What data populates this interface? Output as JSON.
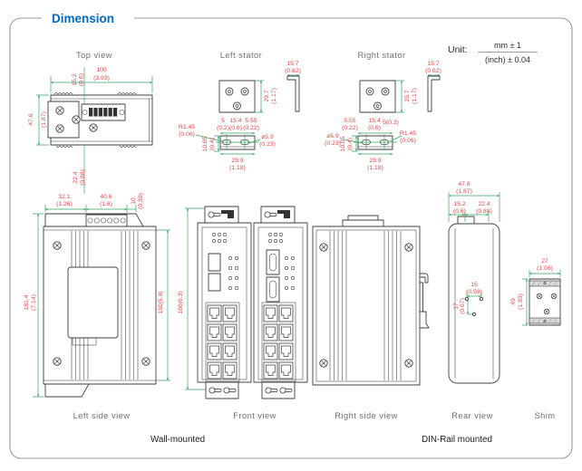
{
  "title": "Dimension",
  "unit": {
    "label": "Unit:",
    "mm": "mm ± 1",
    "inch": "(inch) ± 0.04"
  },
  "views": {
    "top": "Top view",
    "left_stator": "Left stator",
    "right_stator": "Right stator",
    "left_side": "Left side view",
    "front": "Front view",
    "right_side": "Right side view",
    "rear": "Rear view",
    "shim": "Shim",
    "wall_mounted": "Wall-mounted",
    "din_mounted": "DIN-Rail mounted"
  },
  "dims": {
    "top_view": {
      "width_mm": "100",
      "width_in": "(3.93)",
      "offset_mm": "15.2",
      "offset_in": "(0.6)",
      "height_mm": "47.6",
      "height_in": "(1.87)",
      "depth_mm": "22.4",
      "depth_in": "(0.88)"
    },
    "left_stator": {
      "plate_h_mm": "29.7",
      "plate_h_in": "(1.17)",
      "bracket_mm": "15.7",
      "bracket_in": "(0.62)",
      "edge_mm": "5",
      "edge_in": "(0.2)",
      "pitch_mm": "15.4",
      "pitch_in": "(0.6)",
      "end_mm": "5.55",
      "end_in": "(0.22)",
      "radius_mm": "R1.45",
      "radius_in": "(0.06)",
      "dia_mm": "⌀5.9",
      "dia_in": "(0.23)",
      "height_mm": "10.05",
      "height_in": "(0.4)",
      "width_mm": "29.9",
      "width_in": "(1.18)"
    },
    "right_stator": {
      "plate_h_mm": "29.7",
      "plate_h_in": "(1.17)",
      "bracket_mm": "15.7",
      "bracket_in": "(0.62)",
      "end_mm": "5.55",
      "end_in": "(0.22)",
      "pitch_mm": "15.4",
      "pitch_in": "(0.6)",
      "edge": "5(0.2)",
      "radius_mm": "R1.45",
      "radius_in": "(0.06)",
      "dia_mm": "⌀5.9",
      "dia_in": "(0.23)",
      "height_mm": "10.05",
      "height_in": "(0.4)",
      "width_mm": "29.9",
      "width_in": "(1.18)"
    },
    "left_side": {
      "a_mm": "32.1",
      "a_in": "(1.26)",
      "b_mm": "40.6",
      "b_in": "(1.6)",
      "c_mm": "10",
      "c_in": "(0.39)",
      "height_mm": "181.4",
      "height_in": "(7.14)",
      "panel_h": "150(5.9)"
    },
    "front": {
      "height": "160(6.3)"
    },
    "rear": {
      "width_mm": "47.6",
      "width_in": "(1.87)",
      "a_mm": "15.2",
      "a_in": "(0.6)",
      "b_mm": "22.4",
      "b_in": "(0.88)",
      "hole_pitch_mm": "15",
      "hole_pitch_in": "(0.59)",
      "hole_v_mm": "17",
      "hole_v_in": "(0.67)"
    },
    "shim": {
      "width_mm": "27",
      "width_in": "(1.06)",
      "height_mm": "49",
      "height_in": "(1.93)"
    }
  },
  "colors": {
    "title_blue": "#0069c2",
    "dim_red": "#e04848",
    "dim_green": "#3aa562",
    "outline": "#3f3f3f"
  }
}
